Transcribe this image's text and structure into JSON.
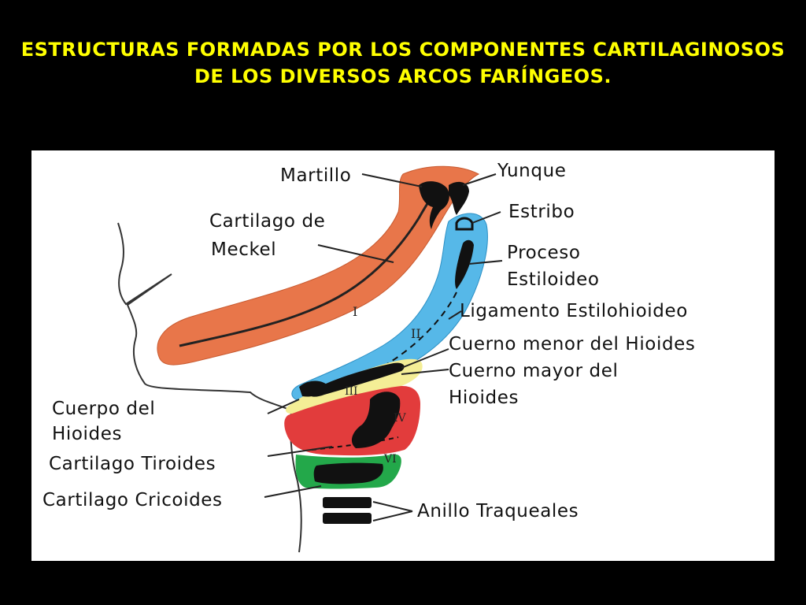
{
  "title": {
    "line1": "ESTRUCTURAS FORMADAS POR LOS COMPONENTES CARTILAGINOSOS",
    "line2": "DE LOS DIVERSOS  ARCOS FARÍNGEOS."
  },
  "colors": {
    "arch1": "#e8764a",
    "arch2": "#56b8e8",
    "arch3": "#f4ee96",
    "arch4": "#e23c3c",
    "arch6": "#23a84a",
    "title": "#ffff00"
  },
  "labels": {
    "martillo": "Martillo",
    "yunque": "Yunque",
    "estribo": "Estribo",
    "cartilago_meckel_1": "Cartilago de",
    "cartilago_meckel_2": "Meckel",
    "proceso_1": "Proceso",
    "proceso_2": "Estiloideo",
    "ligamento": "Ligamento Estilohioideo",
    "cuerno_menor": "Cuerno menor del Hioides",
    "cuerno_mayor_1": "Cuerno mayor del",
    "cuerno_mayor_2": "Hioides",
    "cuerpo_1": "Cuerpo del",
    "cuerpo_2": "Hioides",
    "tiroides": "Cartilago Tiroides",
    "cricoides": "Cartilago Cricoides",
    "anillo": "Anillo Traqueales"
  },
  "arch_numerals": {
    "i": "I",
    "ii": "II",
    "iii": "III",
    "iv": "IV",
    "vi": "VI"
  }
}
